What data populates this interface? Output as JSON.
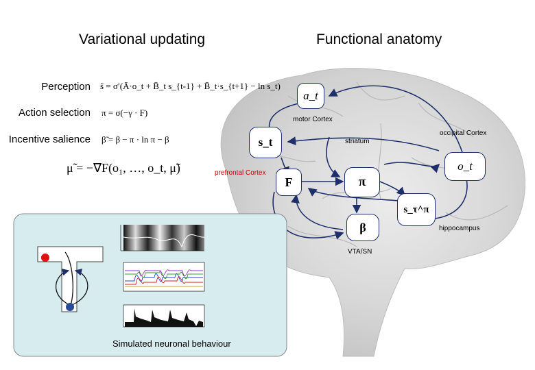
{
  "titles": {
    "left": "Variational updating",
    "right": "Functional anatomy"
  },
  "rows": [
    {
      "label": "Perception",
      "equation": "s̃ = σ′(Ā·o_t + B̄_t s_{t-1} + B̄_t·s_{t+1} − ln s_t)"
    },
    {
      "label": "Action selection",
      "equation": "π = σ(−γ · F)"
    },
    {
      "label": "Incentive salience",
      "equation": "β̃ = β − π · ln π − β"
    }
  ],
  "update_equation": "μ̃ = −∇F(o₁, …, o_t, μ̃)",
  "regions": {
    "motor": "motor Cortex",
    "striatum": "striatum",
    "occipital": "occipital Cortex",
    "prefrontal": "prefrontal Cortex",
    "hippocampus": "hippocampus",
    "vta": "VTA/SN"
  },
  "nodes": {
    "a": "a_t",
    "s": "s_t",
    "o": "o_t",
    "F": "F",
    "pi": "π",
    "s_tau": "s_τ^π",
    "beta": "β"
  },
  "simulation_caption": "Simulated neuronal behaviour",
  "colors": {
    "panel_bg": "#d6ecef",
    "brain_bg": "#d9d9d9",
    "arrow": "#1f2f6b",
    "red_dot": "#e01010",
    "blue_dot": "#2a4a9a"
  }
}
